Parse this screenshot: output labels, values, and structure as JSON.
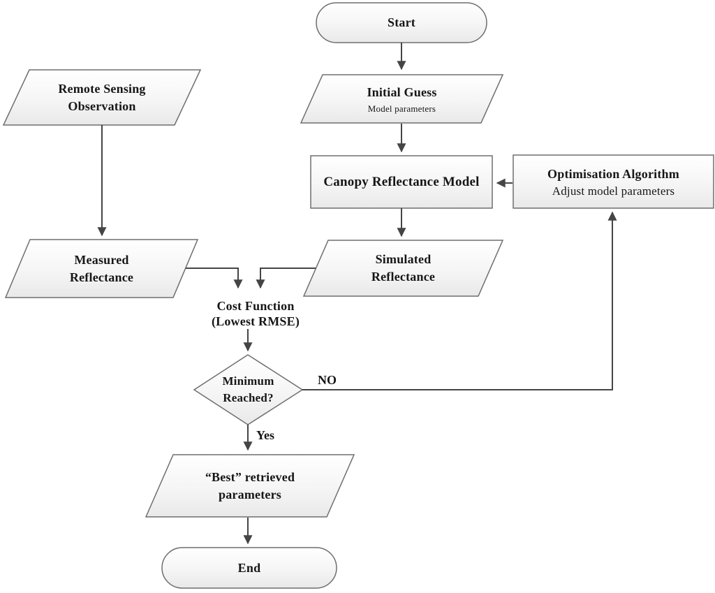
{
  "nodes": {
    "start": {
      "label": "Start"
    },
    "remote_sensing": {
      "line1": "Remote Sensing",
      "line2": "Observation"
    },
    "initial_guess": {
      "label": "Initial Guess",
      "sublabel": "Model parameters"
    },
    "canopy_model": {
      "label": "Canopy Reflectance Model"
    },
    "optimisation": {
      "label": "Optimisation Algorithm",
      "sublabel": "Adjust model  parameters"
    },
    "measured": {
      "line1": "Measured",
      "line2": "Reflectance"
    },
    "simulated": {
      "line1": "Simulated",
      "line2": "Reflectance"
    },
    "cost_function": {
      "line1": "Cost Function",
      "line2": "(Lowest RMSE)"
    },
    "decision": {
      "line1": "Minimum",
      "line2": "Reached?"
    },
    "best_params": {
      "line1": "“Best” retrieved",
      "line2": "parameters"
    },
    "end": {
      "label": "End"
    }
  },
  "edge_labels": {
    "no": "NO",
    "yes": "Yes"
  },
  "colors": {
    "shape_border": "#6e6e6e",
    "arrow": "#454545",
    "text": "#161616",
    "shape_fill_top": "#ffffff",
    "shape_fill_bottom": "#e9e9e9",
    "background": "#ffffff"
  }
}
